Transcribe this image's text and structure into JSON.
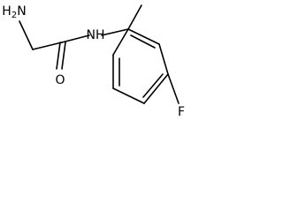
{
  "molecule": {
    "labels": {
      "amine": "H2N",
      "amine_main": "H",
      "amine_subscript": "2",
      "amine_n": "N",
      "carbonyl_oxygen": "O",
      "amide_nh": "NH",
      "fluorine": "F"
    }
  }
}
